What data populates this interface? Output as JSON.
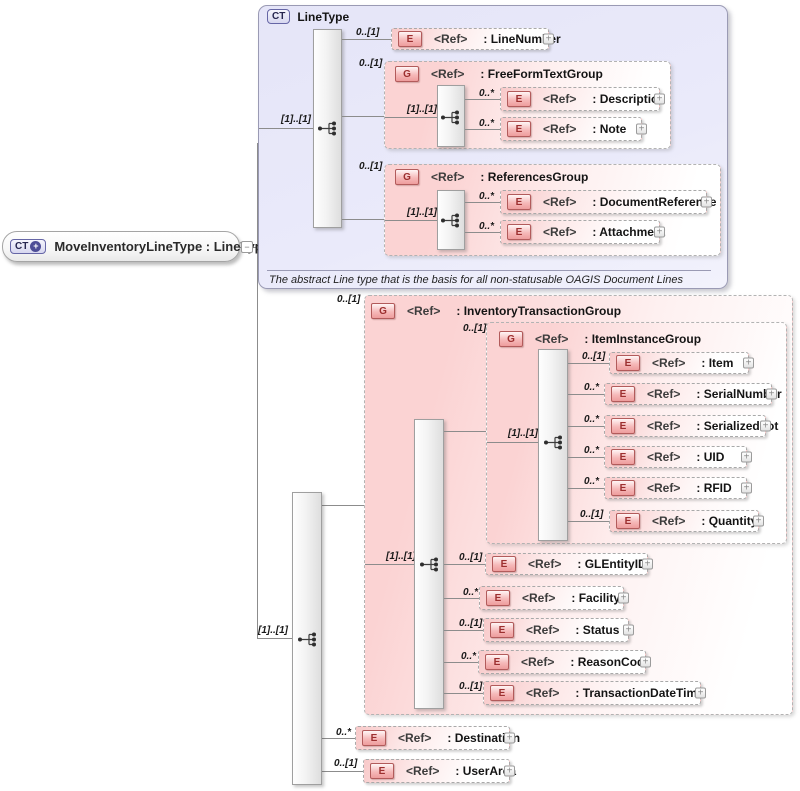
{
  "glyphs": {
    "expand": "+",
    "collapse": "−",
    "badge_plus": "+"
  },
  "colors": {
    "complex_type_fill": "#e6e6f9",
    "group_fill": "#fbd3d3",
    "element_fill": "#f8c9c9",
    "badge_border": "#b25b5b",
    "badge_text": "#9c2f2f",
    "connector": "#8c8c8c"
  },
  "root_element": {
    "kind_badge": "CT",
    "label": "MoveInventoryLineType : LineType"
  },
  "line_type": {
    "kind_badge": "CT",
    "title": "LineType",
    "sequence_cardinality": "[1]..[1]",
    "annotation": "The abstract Line type that is the basis for all non-statusable OAGIS Document Lines",
    "line_number": {
      "badge": "E",
      "ref": "<Ref>",
      "name": ": LineNumber",
      "cardinality": "0..[1]"
    },
    "free_form_text_group": {
      "badge": "G",
      "ref": "<Ref>",
      "name": ": FreeFormTextGroup",
      "cardinality": "0..[1]",
      "sequence_cardinality": "[1]..[1]",
      "description": {
        "badge": "E",
        "ref": "<Ref>",
        "name": ": Description",
        "cardinality": "0..*"
      },
      "note": {
        "badge": "E",
        "ref": "<Ref>",
        "name": ": Note",
        "cardinality": "0..*"
      }
    },
    "references_group": {
      "badge": "G",
      "ref": "<Ref>",
      "name": ": ReferencesGroup",
      "cardinality": "0..[1]",
      "sequence_cardinality": "[1]..[1]",
      "document_reference": {
        "badge": "E",
        "ref": "<Ref>",
        "name": ": DocumentReference",
        "cardinality": "0..*"
      },
      "attachment": {
        "badge": "E",
        "ref": "<Ref>",
        "name": ": Attachment",
        "cardinality": "0..*"
      }
    }
  },
  "local_content": {
    "sequence_cardinality": "[1]..[1]",
    "inventory_transaction_group": {
      "badge": "G",
      "ref": "<Ref>",
      "name": ": InventoryTransactionGroup",
      "cardinality": "0..[1]",
      "sequence_cardinality": "[1]..[1]",
      "item_instance_group": {
        "badge": "G",
        "ref": "<Ref>",
        "name": ": ItemInstanceGroup",
        "cardinality": "0..[1]",
        "sequence_cardinality": "[1]..[1]",
        "item": {
          "badge": "E",
          "ref": "<Ref>",
          "name": ": Item",
          "cardinality": "0..[1]"
        },
        "serial_number": {
          "badge": "E",
          "ref": "<Ref>",
          "name": ": SerialNumber",
          "cardinality": "0..*"
        },
        "serialized_lot": {
          "badge": "E",
          "ref": "<Ref>",
          "name": ": SerializedLot",
          "cardinality": "0..*"
        },
        "uid": {
          "badge": "E",
          "ref": "<Ref>",
          "name": ": UID",
          "cardinality": "0..*"
        },
        "rfid": {
          "badge": "E",
          "ref": "<Ref>",
          "name": ": RFID",
          "cardinality": "0..*"
        },
        "quantity": {
          "badge": "E",
          "ref": "<Ref>",
          "name": ": Quantity",
          "cardinality": "0..[1]"
        }
      },
      "gl_entity_id": {
        "badge": "E",
        "ref": "<Ref>",
        "name": ": GLEntityID",
        "cardinality": "0..[1]"
      },
      "facility": {
        "badge": "E",
        "ref": "<Ref>",
        "name": ": Facility",
        "cardinality": "0..*"
      },
      "status": {
        "badge": "E",
        "ref": "<Ref>",
        "name": ": Status",
        "cardinality": "0..[1]"
      },
      "reason_code": {
        "badge": "E",
        "ref": "<Ref>",
        "name": ": ReasonCode",
        "cardinality": "0..*"
      },
      "transaction_date_time": {
        "badge": "E",
        "ref": "<Ref>",
        "name": ": TransactionDateTime",
        "cardinality": "0..[1]"
      }
    },
    "destination": {
      "badge": "E",
      "ref": "<Ref>",
      "name": ": Destination",
      "cardinality": "0..*"
    },
    "user_area": {
      "badge": "E",
      "ref": "<Ref>",
      "name": ": UserArea",
      "cardinality": "0..[1]"
    }
  }
}
